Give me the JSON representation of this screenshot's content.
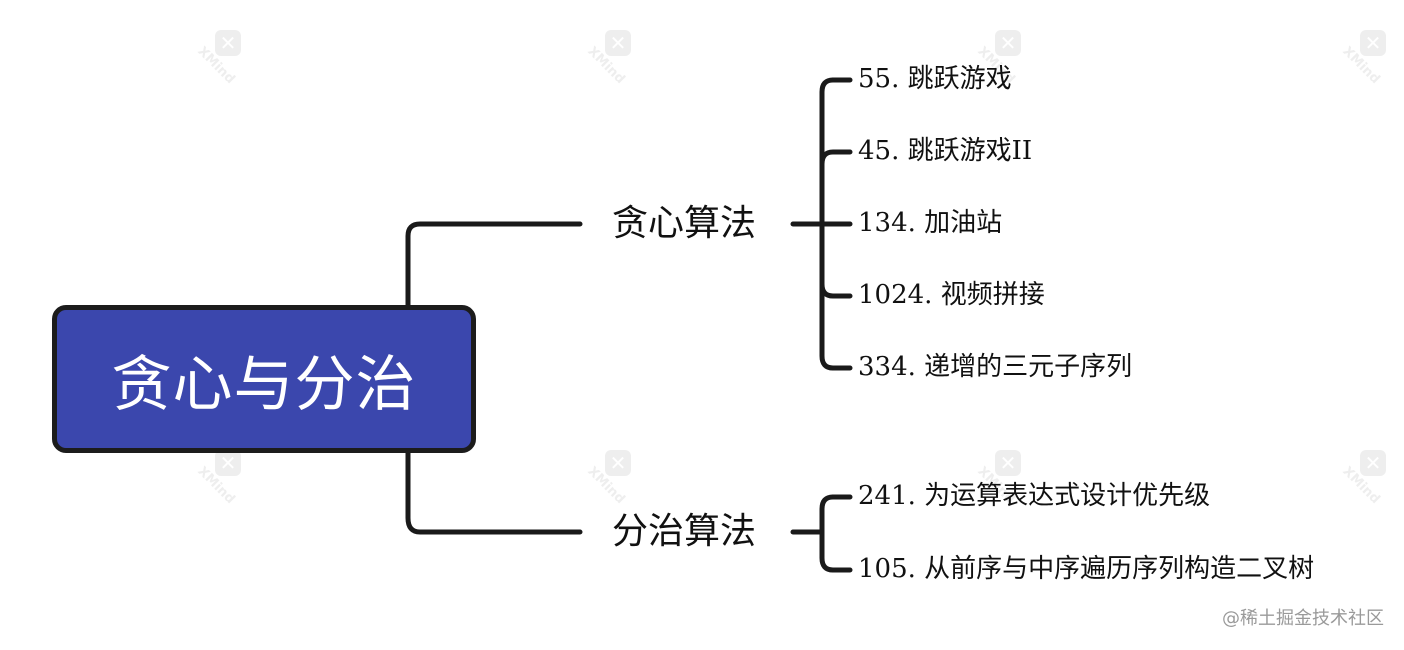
{
  "root": {
    "label": "贪心与分治"
  },
  "branches": [
    {
      "label": "贪心算法",
      "children": [
        "55. 跳跃游戏",
        "45. 跳跃游戏II",
        "134. 加油站",
        "1024. 视频拼接",
        "334. 递增的三元子序列"
      ]
    },
    {
      "label": "分治算法",
      "children": [
        "241. 为运算表达式设计优先级",
        "105. 从前序与中序遍历序列构造二叉树"
      ]
    }
  ],
  "watermark": {
    "text": "@稀土掘金技术社区",
    "tile_text": "XMind",
    "tile_icon": "✕"
  },
  "colors": {
    "root_fill": "#3b47ad",
    "line": "#1a1a1a",
    "text": "#111111",
    "watermark": "#9a9a9a"
  }
}
